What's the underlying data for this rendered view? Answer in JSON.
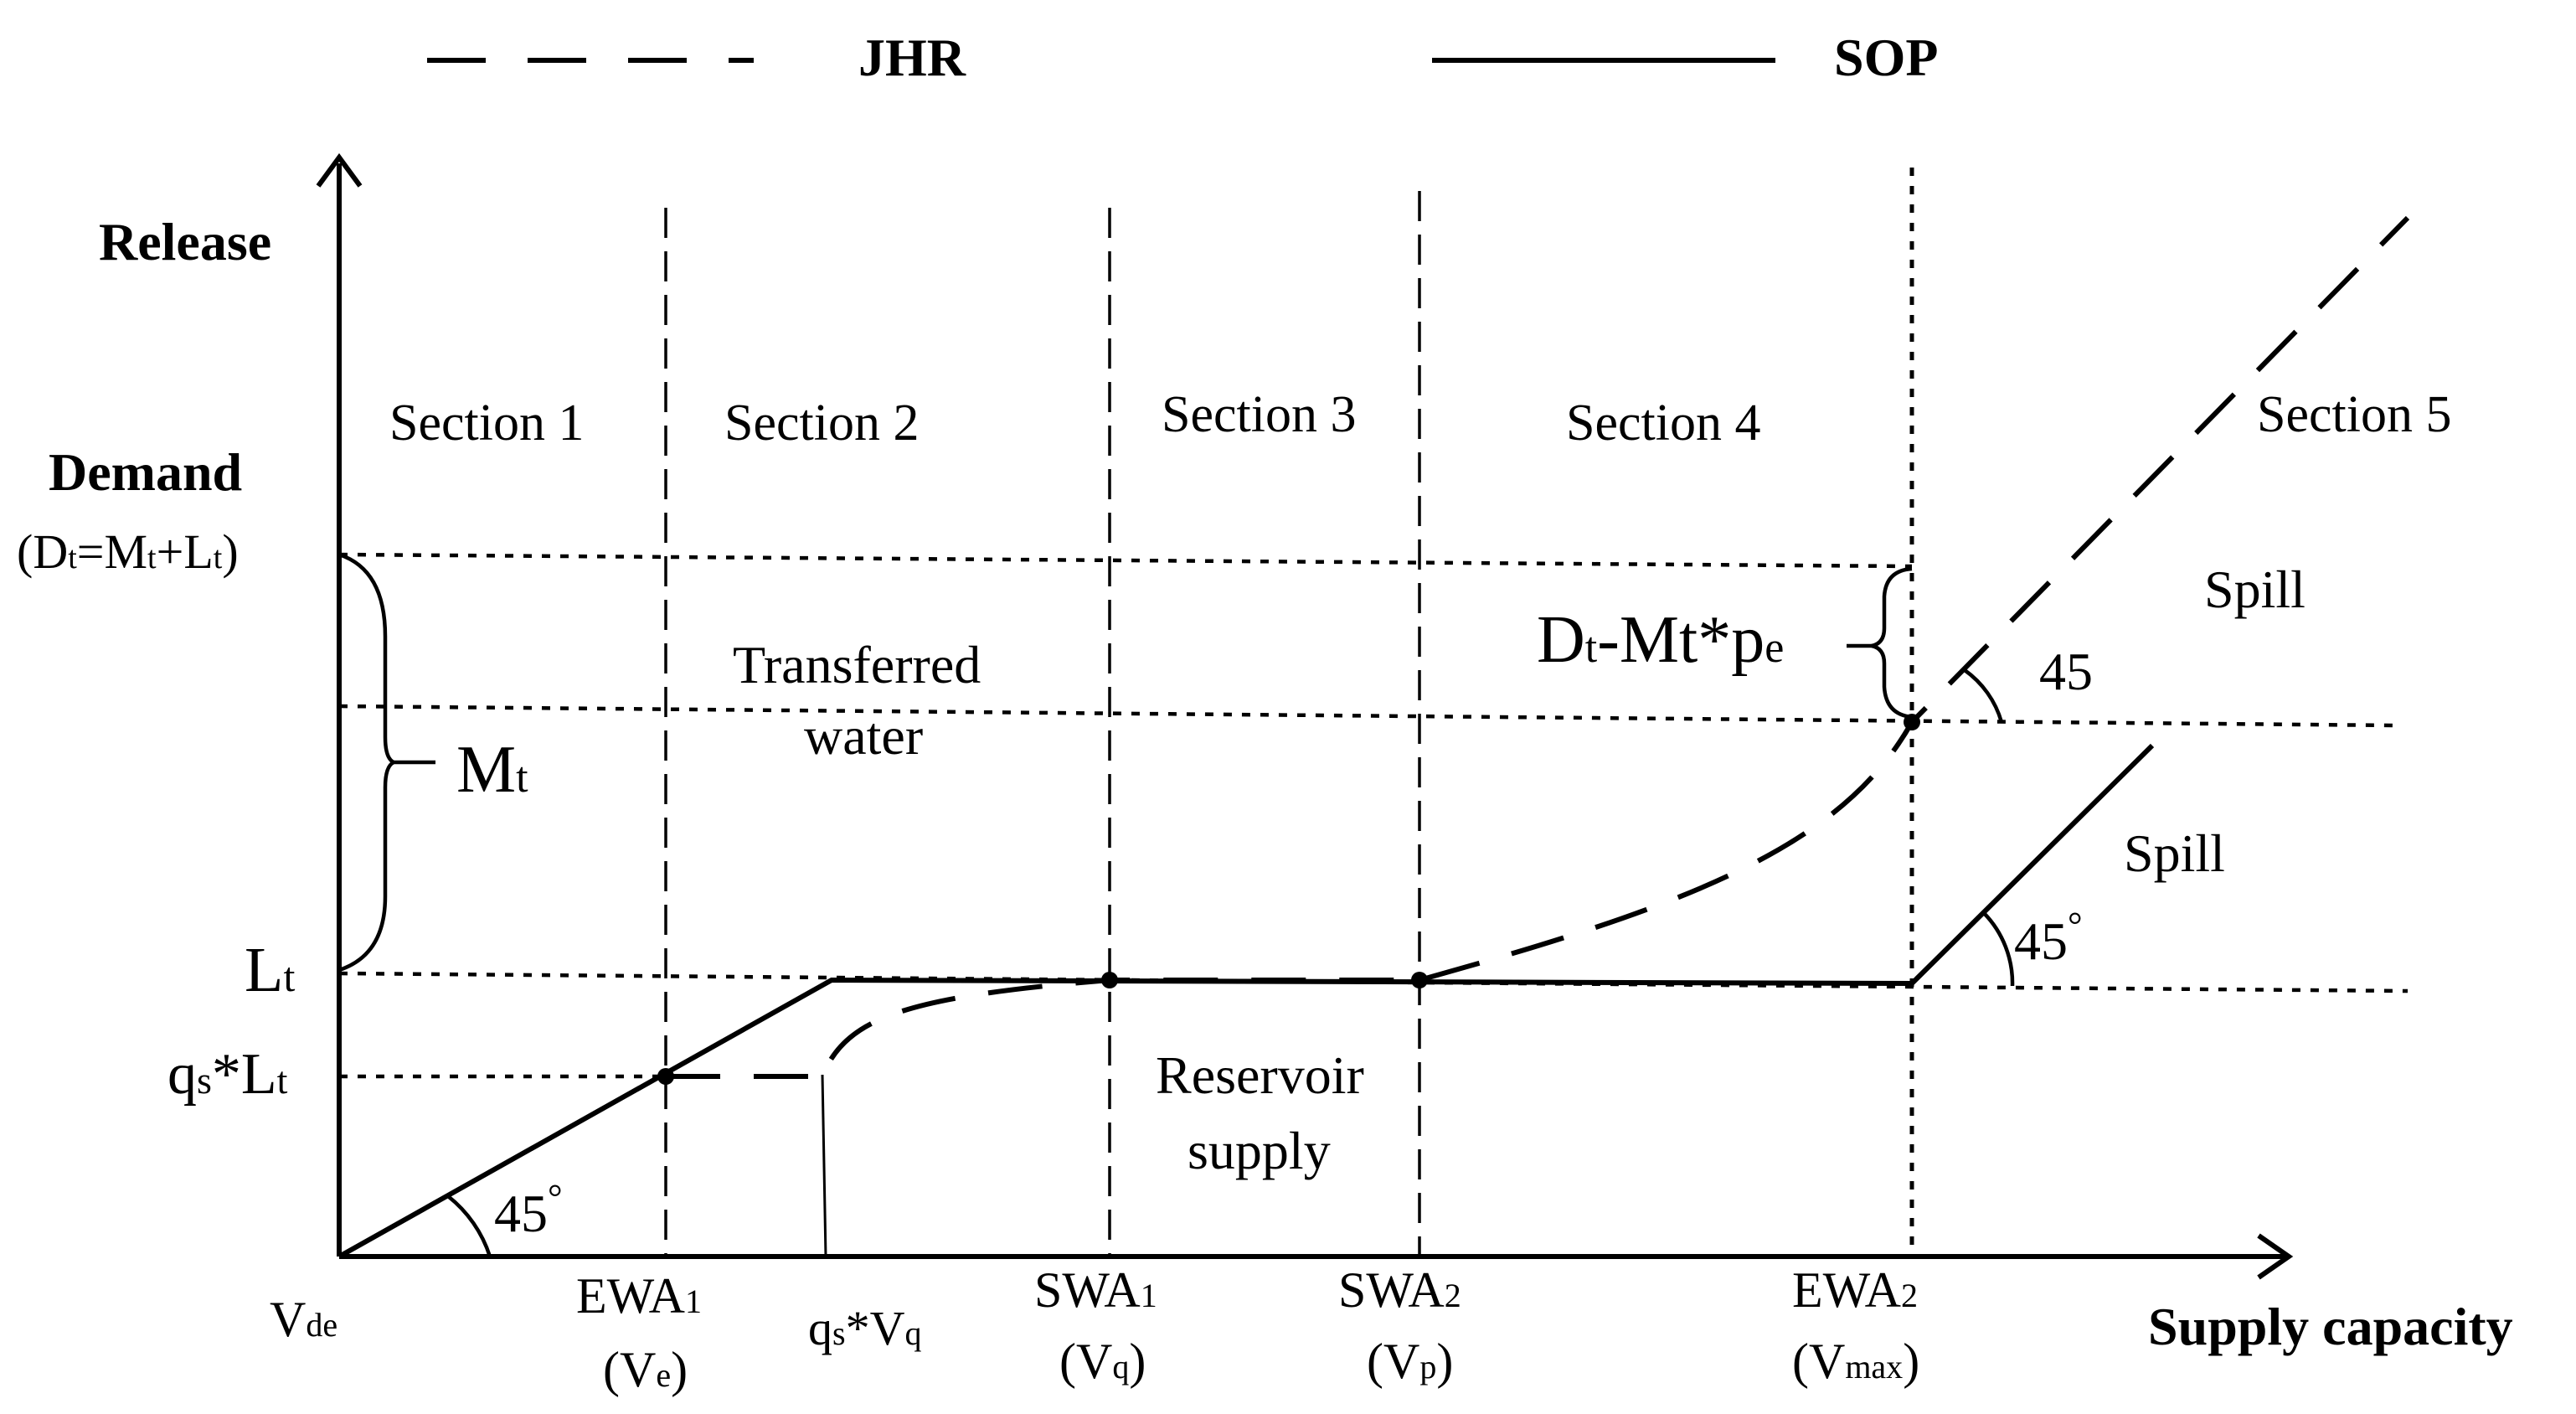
{
  "legend": {
    "jhr": "JHR",
    "sop": "SOP"
  },
  "axes": {
    "y_label": "Release",
    "x_label": "Supply capacity"
  },
  "sections": [
    "Section 1",
    "Section 2",
    "Section 3",
    "Section 4",
    "Section 5"
  ],
  "y_labels": {
    "demand": "Demand",
    "demand_formula": {
      "p1": "(D",
      "s1": "t",
      "p2": "=M",
      "s2": "t",
      "p3": "+L",
      "s3": "t",
      "p4": ")"
    },
    "lt": {
      "main": "L",
      "sub": "t"
    },
    "qs_lt": {
      "p1": "q",
      "s1": "s",
      "p2": "*L",
      "s2": "t"
    }
  },
  "x_labels": {
    "vde": {
      "main": "V",
      "sub": "de"
    },
    "ewa1": {
      "main": "EWA",
      "sub": "1",
      "paren_main": "(V",
      "paren_sub": "e",
      "paren_end": ")"
    },
    "qsvq": {
      "p1": "q",
      "s1": "s",
      "p2": "*V",
      "s2": "q"
    },
    "swa1": {
      "main": "SWA",
      "sub": "1",
      "paren_main": "(V",
      "paren_sub": "q",
      "paren_end": ")"
    },
    "swa2": {
      "main": "SWA",
      "sub": "2",
      "paren_main": "(V",
      "paren_sub": "p",
      "paren_end": ")"
    },
    "ewa2": {
      "main": "EWA",
      "sub": "2",
      "paren_main": "(V",
      "paren_sub": "max",
      "paren_end": ")"
    }
  },
  "annotations": {
    "mt": {
      "main": "M",
      "sub": "t"
    },
    "transferred_1": "Transferred",
    "transferred_2": "water",
    "reservoir_1": "Reservoir",
    "reservoir_2": "supply",
    "spill_upper": "Spill",
    "spill_lower": "Spill",
    "dt_mt_pe": {
      "p1": "D",
      "s1": "t",
      "p2": "-Mt*p",
      "s2": "e"
    },
    "angle_origin": "45",
    "angle_origin_deg": "°",
    "angle_upper": "45",
    "angle_lower": "45",
    "angle_lower_deg": "°"
  }
}
